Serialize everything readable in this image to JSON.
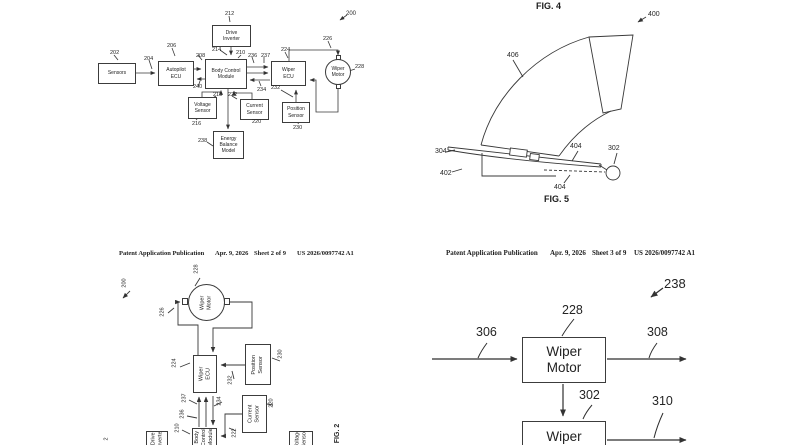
{
  "q1": {
    "ref": "200",
    "boxes": {
      "sensors": "Sensors",
      "autopilot": "Autopilot\nECU",
      "inverter": "Drive\nInverter",
      "bcm": "Body Control\nModule",
      "ecu": "Wiper\nECU",
      "voltage": "Voltage\nSensor",
      "current": "Current\nSensor",
      "position": "Position\nSensor",
      "energy": "Energy\nBalance\nModel",
      "motor": "Wiper\nMotor"
    },
    "refs": {
      "r202": "202",
      "r204": "204",
      "r206": "206",
      "r208": "208",
      "r210": "210",
      "r212": "212",
      "r214": "214",
      "r216": "216",
      "r218": "218",
      "r220": "220",
      "r222": "222",
      "r224": "224",
      "r226": "226",
      "r228": "228",
      "r230": "230",
      "r232": "232",
      "r234": "234",
      "r236": "236",
      "r237": "237",
      "r238": "238",
      "r240": "240"
    }
  },
  "q2": {
    "fig4_caption": "FIG. 4",
    "fig5_caption": "FIG. 5",
    "ref": "400",
    "labels": {
      "r406": "406",
      "r304": "304",
      "r402": "402",
      "r404a": "404",
      "r404b": "404",
      "r302": "302"
    }
  },
  "q3": {
    "header": {
      "pub": "Patent Application Publication",
      "date": "Apr. 9, 2026",
      "sheet": "Sheet 2 of 9",
      "num": "US 2026/0097742 A1"
    },
    "ref": "200",
    "labels": {
      "r228": "228",
      "r226": "226",
      "r224": "224",
      "r230": "230",
      "r232": "232",
      "r234": "234",
      "r236": "236",
      "r237": "237",
      "r210": "210",
      "r220": "220",
      "r222": "222",
      "r212_partial": "2"
    },
    "boxes": {
      "motor": "Wiper\nMotor",
      "ecu": "Wiper\nECU",
      "position": "Position\nSensor",
      "current": "Current\nSensor",
      "bcm": "Body Control\nModule",
      "inverter": "Drive\nInverter",
      "voltage": "Voltage\nSensor"
    },
    "fig_caption": "FIG. 2"
  },
  "q4": {
    "header": {
      "pub": "Patent Application Publication",
      "date": "Apr. 9, 2026",
      "sheet": "Sheet 3 of 9",
      "num": "US 2026/0097742 A1"
    },
    "ref": "238",
    "labels": {
      "r228": "228",
      "r306": "306",
      "r308": "308",
      "r302": "302",
      "r310": "310"
    },
    "boxes": {
      "motor": "Wiper\nMotor",
      "second": "Wiper"
    }
  }
}
